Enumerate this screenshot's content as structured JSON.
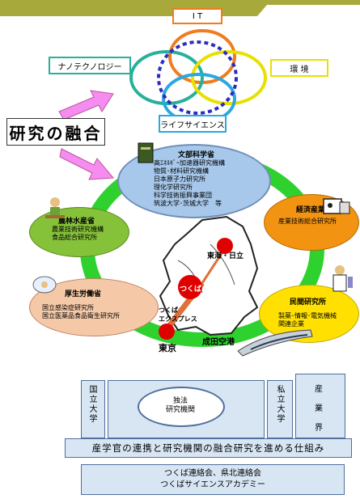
{
  "top_diagram": {
    "it_label": "I T",
    "nano_label": "ナノテクノロジー",
    "env_label": "環 境",
    "life_label": "ライフサイエンス",
    "fusion_title": "研究の融合"
  },
  "mext": {
    "title": "文部科学省",
    "lines": [
      "高ｴﾈﾙｷﾞｰ加速器研究機構",
      "物質･材料研究機構",
      "日本原子力研究所",
      "理化学研究所",
      "科学技術振興事業団",
      "筑波大学･茨城大学　等"
    ]
  },
  "maff": {
    "title": "農林水産省",
    "lines": [
      "農業技術研究機構",
      "食品総合研究所"
    ]
  },
  "meti": {
    "title": "経済産業省",
    "lines": [
      "産業技術総合研究所"
    ]
  },
  "mhlw": {
    "title": "厚生労働省",
    "lines": [
      "国立感染症研究所",
      "国立医薬品食品衛生研究所"
    ]
  },
  "private": {
    "title": "民間研究所",
    "lines": [
      "製薬･情報･電気機械",
      "関連企業"
    ]
  },
  "map": {
    "tsukuba": "つくば",
    "tokai": "東海・日立",
    "express": "つくば\nエクスプレス",
    "tokyo": "東京",
    "narita": "成田空港"
  },
  "bottom": {
    "national_univ": "国立大学",
    "independent": "独法\n研究機関",
    "private_univ": "私立大学",
    "industry": "産\n業\n界",
    "band": "産学官の連携と研究機関の融合研究を進める仕組み",
    "footer_line1": "つくば連絡会、県北連絡会",
    "footer_line2": "つくばサイエンスアカデミー"
  },
  "colors": {
    "it": "#f07c1e",
    "nano": "#28b09a",
    "env": "#e8e000",
    "life": "#2aa8e0",
    "fusion": "#2c2cc0",
    "ring": "#2fd12f",
    "mext": "#a7c8ea",
    "maff": "#86c13a",
    "meti": "#f29412",
    "mhlw": "#f5c9a8",
    "private": "#ffe000"
  }
}
